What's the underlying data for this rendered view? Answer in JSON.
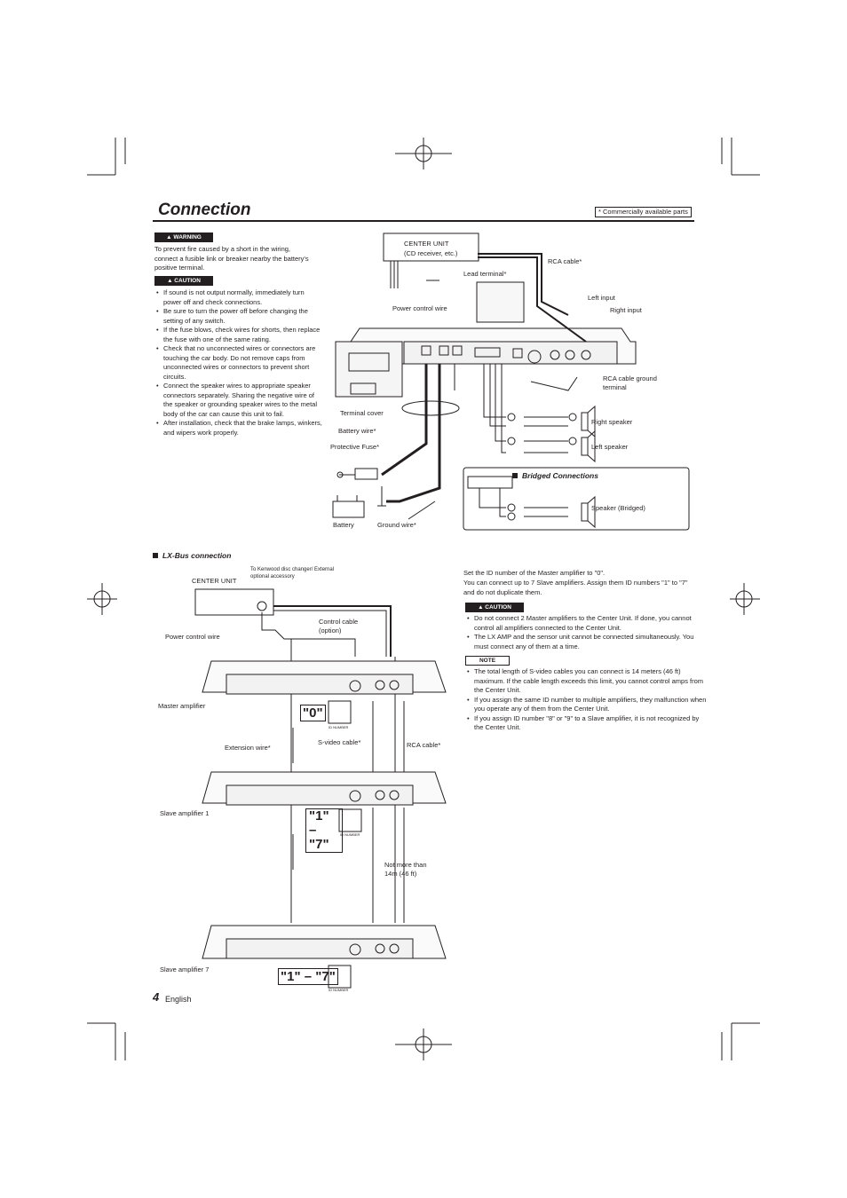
{
  "page": {
    "title": "Connection",
    "commercial_note": "* Commercially available parts",
    "page_number": "4",
    "language": "English"
  },
  "left": {
    "warning_tag": "▲ WARNING",
    "warning_text": "To prevent fire caused by a short in the wiring, connect a fusible link or breaker nearby the battery's positive terminal.",
    "caution_tag": "▲ CAUTION",
    "caution_items": [
      "If sound is not output normally, immediately turn power off and check connections.",
      "Be sure to turn the power off before changing the setting of any switch.",
      "If the fuse blows, check wires for shorts, then replace the fuse with one of the same rating.",
      "Check that no unconnected wires or connectors are touching the car body. Do not remove caps from unconnected wires or connectors to prevent short circuits.",
      "Connect the speaker wires to appropriate speaker connectors separately. Sharing the negative wire of the speaker or grounding speaker wires to the metal body of the car can cause this unit to fail.",
      "After installation, check that the brake lamps, winkers, and wipers work properly."
    ]
  },
  "diagram1": {
    "center_unit": "CENTER UNIT",
    "center_unit_sub": "(CD receiver, etc.)",
    "rca_cable": "RCA cable*",
    "lead_terminal": "Lead terminal*",
    "power_control_wire": "Power control wire",
    "left_input": "Left input",
    "right_input": "Right input",
    "rca_ground": "RCA cable ground terminal",
    "terminal_cover": "Terminal cover",
    "battery_wire": "Battery wire*",
    "protective_fuse": "Protective Fuse*",
    "right_speaker": "Right speaker",
    "left_speaker": "Left speaker",
    "battery": "Battery",
    "ground_wire": "Ground wire*",
    "bridged_title": "Bridged Connections",
    "speaker_bridged": "Speaker (Bridged)"
  },
  "lxbus": {
    "title": "LX-Bus connection",
    "to_kenwood": "To Kenwood disc changer/ External optional accessory",
    "center_unit": "CENTER UNIT",
    "control_cable": "Control cable (option)",
    "power_control_wire": "Power control wire",
    "master_amplifier": "Master amplifier",
    "id_master": "\"0\"",
    "extension_wire": "Extension wire*",
    "svideo_cable": "S-video cable*",
    "rca_cable": "RCA cable*",
    "slave_amplifier_1": "Slave amplifier 1",
    "id_slave1_a": "\"1\" –",
    "id_slave1_b": "\"7\"",
    "not_more_than": "Not more than 14m (46 ft)",
    "slave_amplifier_7": "Slave amplifier 7",
    "id_slave7": "\"1\" – \"7\"",
    "id_number_small": "ID NUMBER"
  },
  "right": {
    "para1": "Set the ID number of the Master amplifier to \"0\".",
    "para2": "You can connect up to 7 Slave amplifiers. Assign them ID numbers \"1\" to \"7\" and do not duplicate them.",
    "caution_tag": "▲ CAUTION",
    "caution_items": [
      "Do not connect 2 Master amplifiers to the Center Unit. If done, you cannot control all amplifiers connected to the Center Unit.",
      "The LX AMP and the sensor unit cannot be connected simultaneously. You must connect any of them at a time."
    ],
    "note_tag": "NOTE",
    "note_items": [
      "The total length of S-video cables you can connect is 14 meters (46 ft) maximum. If the cable length exceeds this limit, you cannot control amps from the Center Unit.",
      "If you assign the same ID number to multiple amplifiers, they malfunction when you operate any of them from the Center Unit.",
      "If you assign ID number \"8\" or \"9\" to a Slave amplifier, it is not recognized by the Center Unit."
    ]
  }
}
